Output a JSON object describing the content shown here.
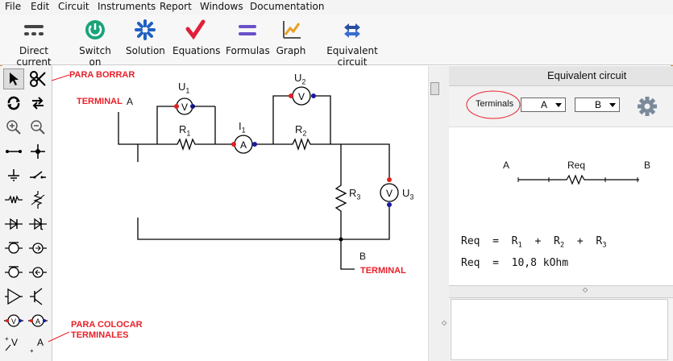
{
  "menu": [
    "File",
    "Edit",
    "Circuit",
    "Instruments",
    "Report",
    "Windows",
    "Documentation"
  ],
  "toolbar": {
    "direct_current": "Direct current",
    "switch_on": "Switch on",
    "solution": "Solution",
    "equations": "Equations",
    "formulas": "Formulas",
    "graph": "Graph",
    "equivalent_circuit": "Equivalent circuit"
  },
  "annotations": {
    "erase": "PARA BORRAR",
    "place_terminals_1": "PARA COLOCAR",
    "place_terminals_2": "TERMINALES",
    "terminal_a": "TERMINAL",
    "terminal_b": "TERMINAL"
  },
  "circuit": {
    "node_a": "A",
    "node_b": "B",
    "u1": "U",
    "u1_sub": "1",
    "u2": "U",
    "u2_sub": "2",
    "u3": "U",
    "u3_sub": "3",
    "i1": "I",
    "i1_sub": "1",
    "r1": "R",
    "r1_sub": "1",
    "r2": "R",
    "r2_sub": "2",
    "r3": "R",
    "r3_sub": "3",
    "voltmeter_symbol": "V",
    "ammeter_symbol": "A"
  },
  "tools": {
    "voltage_label": "V",
    "terminal_label": "A"
  },
  "right_panel": {
    "title": "Equivalent circuit",
    "terminals_label": "Terminals",
    "terminal_from": "A",
    "terminal_to": "B",
    "diagram_a": "A",
    "diagram_b": "B",
    "diagram_req": "Req",
    "eq1_lhs": "Req",
    "eq1_r1": "R",
    "eq1_r1_sub": "1",
    "eq1_r2": "R",
    "eq1_r2_sub": "2",
    "eq1_r3": "R",
    "eq1_r3_sub": "3",
    "eq2_lhs": "Req",
    "eq2_value": "10,8 kOhm"
  },
  "colors": {
    "frame": "#f08a24",
    "annotation": "#e8202a",
    "switch_green": "#1aa37a",
    "solution_blue": "#2060c0",
    "equations_red": "#e0203a",
    "formulas_purple": "#6a50c8",
    "meter_red": "#e02020",
    "meter_blue": "#1a1aa0"
  }
}
